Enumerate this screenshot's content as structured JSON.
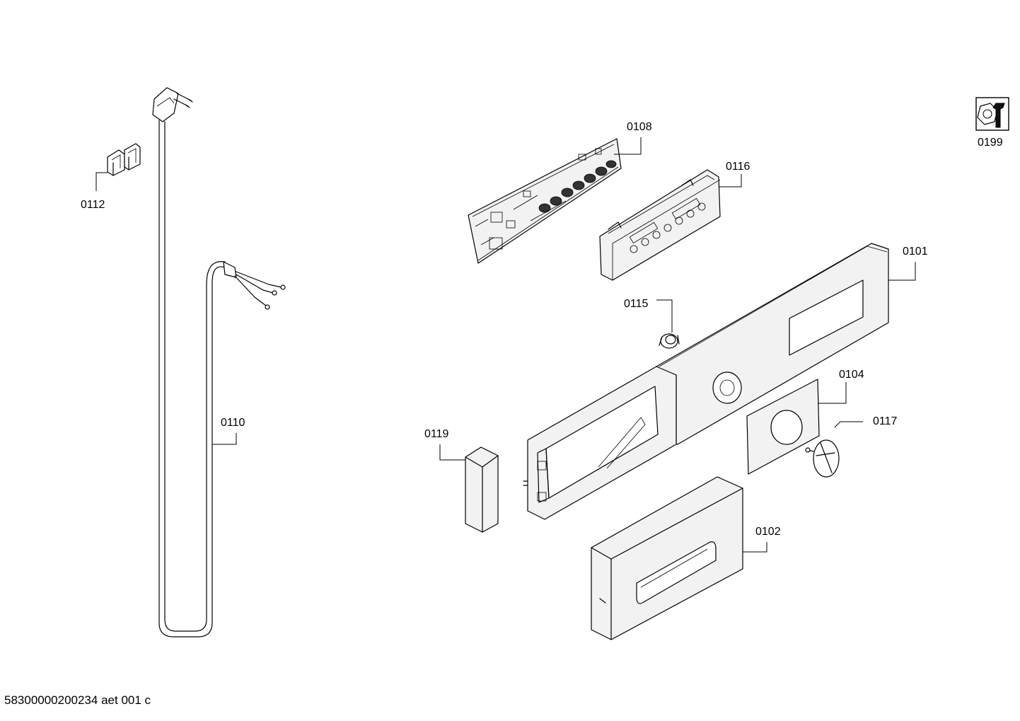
{
  "callouts": {
    "c0101": "0101",
    "c0102": "0102",
    "c0104": "0104",
    "c0108": "0108",
    "c0110": "0110",
    "c0112": "0112",
    "c0115": "0115",
    "c0116": "0116",
    "c0117": "0117",
    "c0119": "0119",
    "c0199": "0199"
  },
  "document_id": "58300000200234 aet 001 c",
  "icons": {
    "service": "nut-and-wrench-icon"
  }
}
